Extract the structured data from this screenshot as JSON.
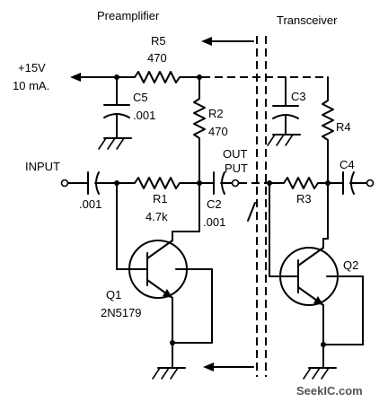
{
  "headings": {
    "preamplifier": "Preamplifier",
    "transceiver": "Transceiver"
  },
  "supply": {
    "voltage": "+15V",
    "current": "10 mA."
  },
  "input_label": "INPUT",
  "output_label_line1": "OUT",
  "output_label_line2": "PUT",
  "components": {
    "R5": {
      "ref": "R5",
      "value": "470"
    },
    "C5": {
      "ref": "C5",
      "value": ".001"
    },
    "R2": {
      "ref": "R2",
      "value": "470"
    },
    "R1": {
      "ref": "R1",
      "value": "4.7k"
    },
    "C_in": {
      "value": ".001"
    },
    "C2": {
      "ref": "C2",
      "value": ".001"
    },
    "Q1": {
      "ref": "Q1",
      "part": "2N5179"
    },
    "C3": {
      "ref": "C3"
    },
    "R4": {
      "ref": "R4"
    },
    "R3": {
      "ref": "R3"
    },
    "C4": {
      "ref": "C4"
    },
    "Q2": {
      "ref": "Q2"
    }
  },
  "watermark": "SeekIC.com"
}
